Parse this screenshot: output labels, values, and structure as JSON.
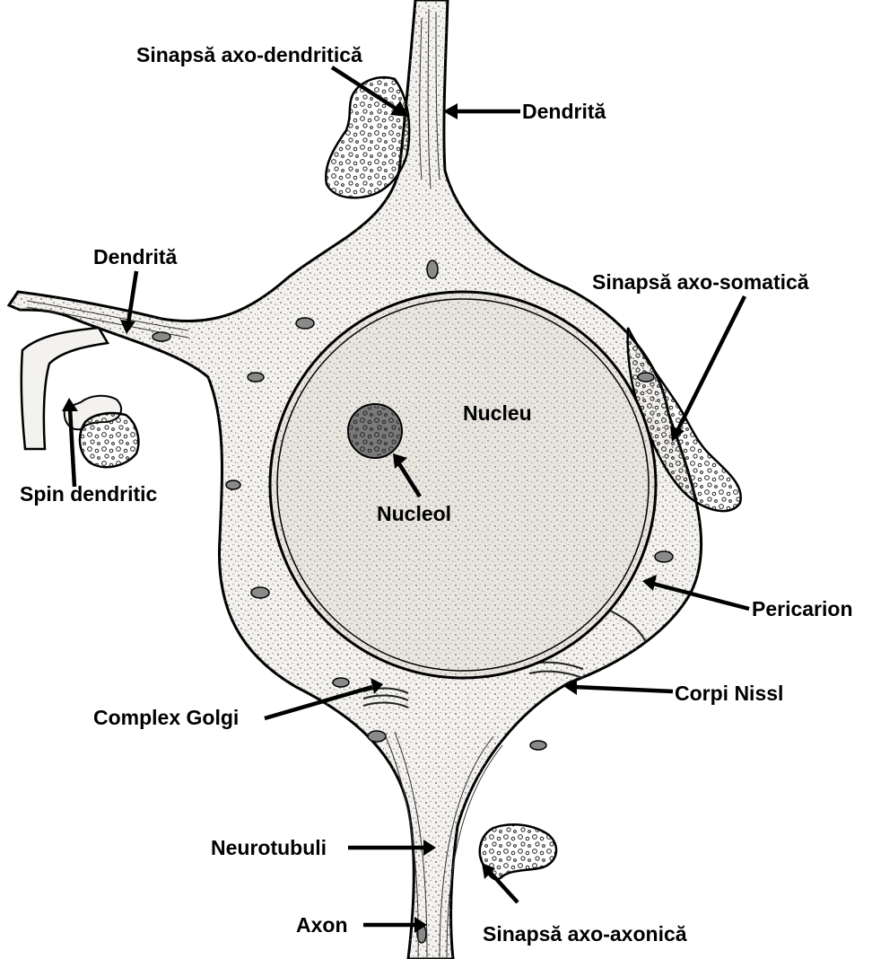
{
  "labels": {
    "sinapsa_axo_dendritica": "Sinapsă axo-dendritică",
    "dendrita_top": "Dendrită",
    "dendrita_left": "Dendrită",
    "sinapsa_axo_somatica": "Sinapsă axo-somatică",
    "nucleu": "Nucleu",
    "spin_dendritic": "Spin dendritic",
    "nucleol": "Nucleol",
    "pericarion": "Pericarion",
    "complex_golgi": "Complex Golgi",
    "corpi_nissl": "Corpi Nissl",
    "neurotubuli": "Neurotubuli",
    "axon": "Axon",
    "sinapsa_axo_axonica": "Sinapsă axo-axonică"
  },
  "colors": {
    "ink": "#000000",
    "cytoplasm": "#f4f2ee",
    "nucleoplasm": "#e9e6e0",
    "arrow_tip_accent": "#cc2200"
  }
}
